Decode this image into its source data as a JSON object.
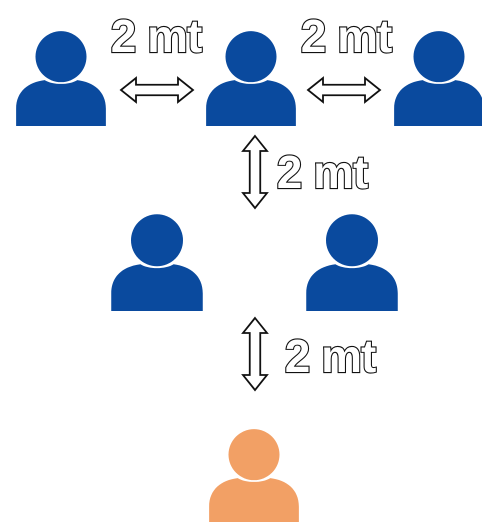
{
  "colors": {
    "person_blue": "#0a4a9e",
    "person_orange": "#f2a065",
    "arrow_fill": "#ffffff",
    "outline": "#111111"
  },
  "icons": {
    "person": "person-icon",
    "double_arrow": "double-arrow-icon"
  },
  "distances": {
    "top_left": "2 mt",
    "top_right": "2 mt",
    "middle": "2 mt",
    "bottom": "2 mt"
  }
}
